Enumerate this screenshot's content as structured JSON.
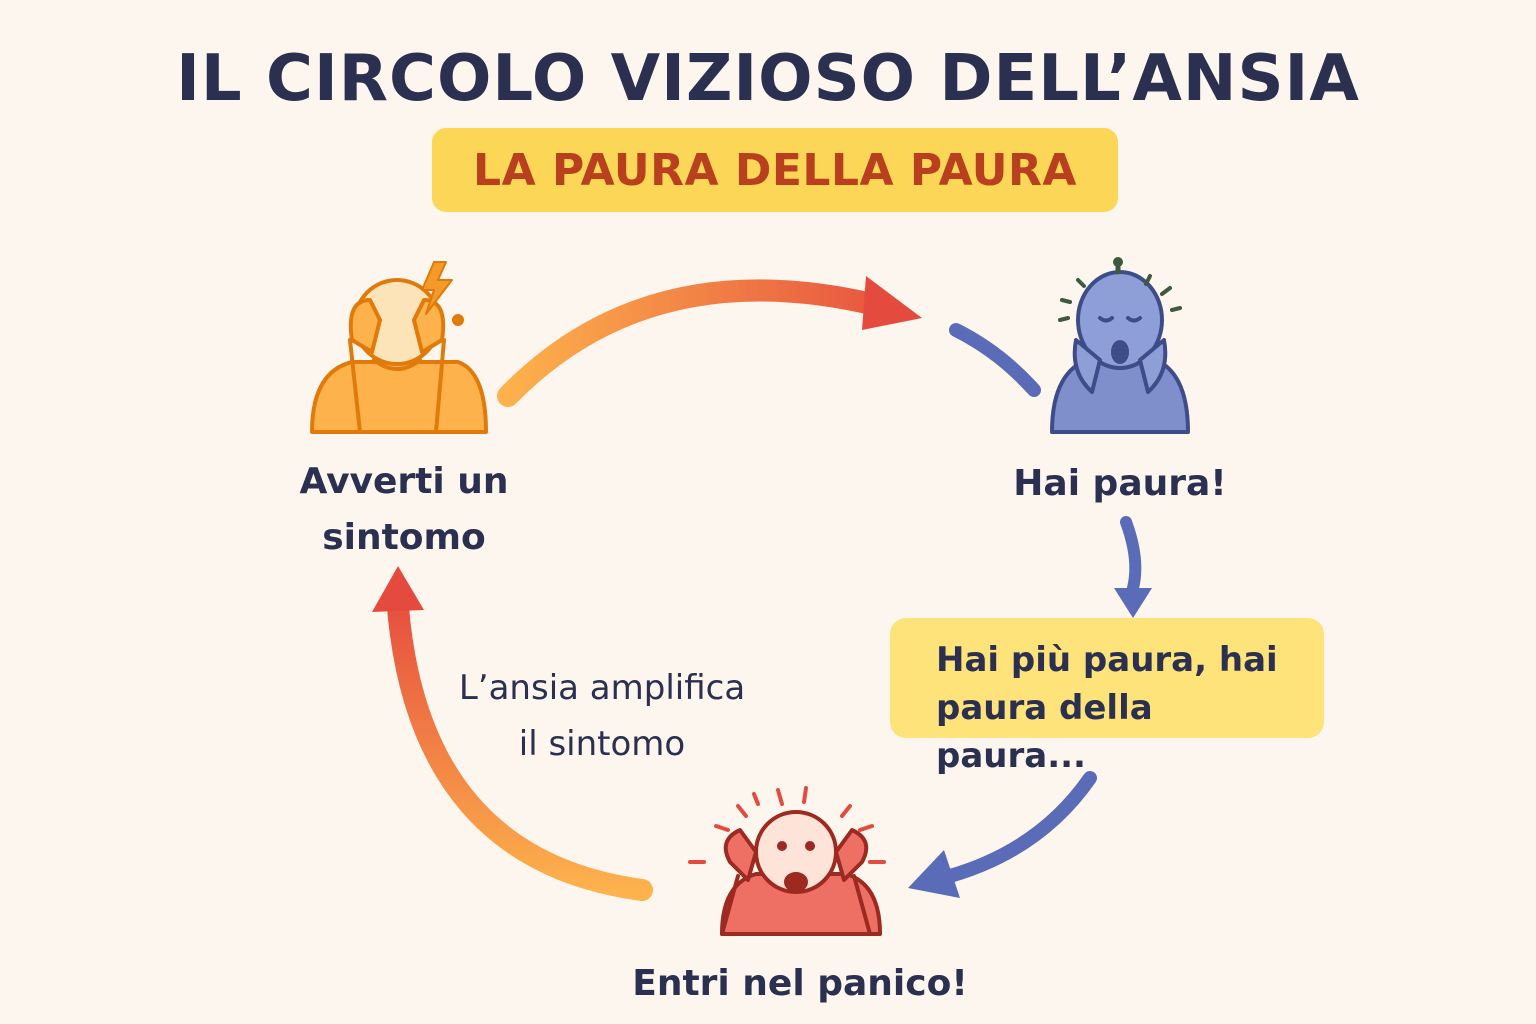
{
  "title": "IL CIRCOLO VIZIOSO DELL’ANSIA",
  "subtitle": "LA PAURA DELLA PAURA",
  "steps": {
    "symptom": {
      "line1": "Avverti un",
      "line2": "sintomo",
      "icon": "person-headache-icon",
      "color": "#f39a2a"
    },
    "fear": {
      "label": "Hai paura!",
      "icon": "person-scared-icon",
      "color": "#6e80c0"
    },
    "more_fear": {
      "line1": "Hai più paura, hai",
      "line2": "paura della paura..."
    },
    "panic": {
      "label": "Entri nel panico!",
      "icon": "person-panic-icon",
      "color": "#e8584a"
    },
    "amplify": {
      "line1": "L’ansia amplifica",
      "line2": "il sintomo"
    }
  },
  "colors": {
    "background": "#fcf6ee",
    "title": "#2b3050",
    "subtitle_bg": "#fcd757",
    "subtitle_text": "#b8401f",
    "arrow_red": "#e54a3e",
    "arrow_orange": "#fdb24c",
    "arrow_blue": "#5a6bb8"
  }
}
